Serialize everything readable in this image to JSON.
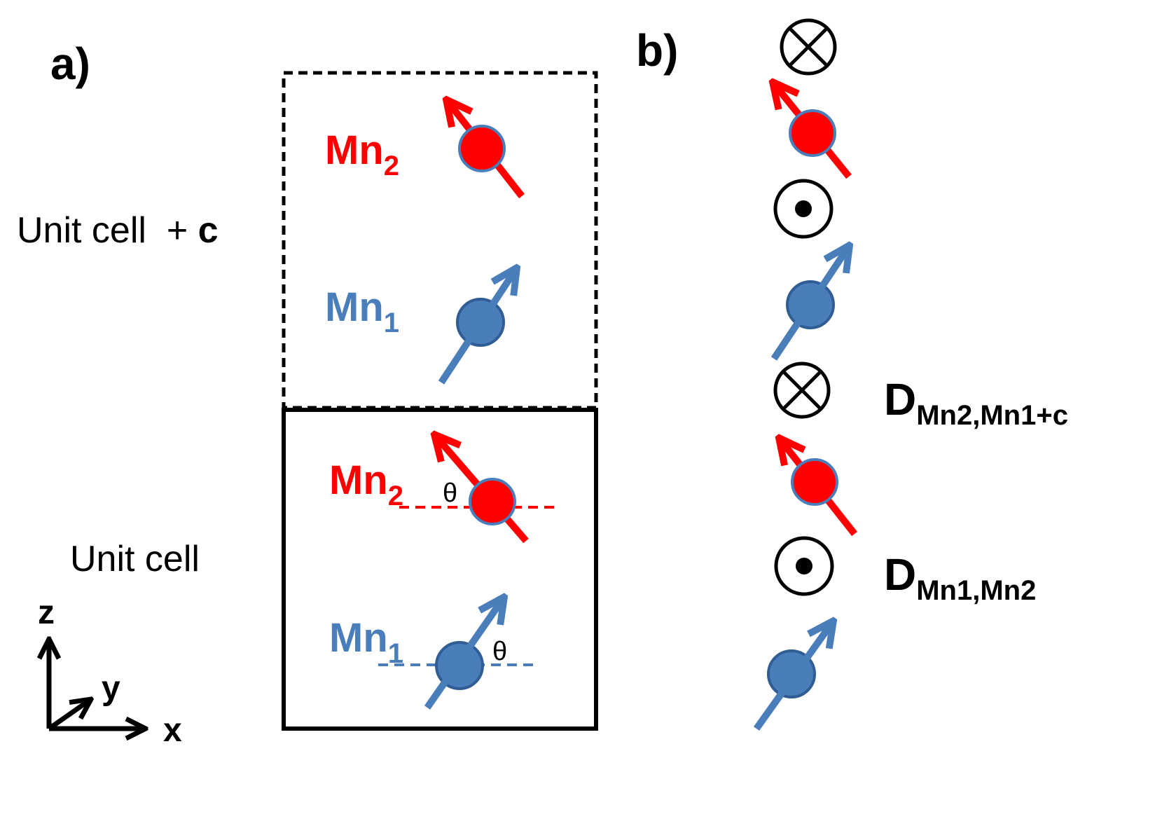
{
  "panel_a": {
    "label": "a)",
    "label_unit_cell_c": "Unit cell  + ",
    "label_c_bold": "c",
    "label_unit_cell": "Unit cell",
    "mn2_base": "Mn",
    "mn2_sub": "2",
    "mn1_base": "Mn",
    "mn1_sub": "1",
    "theta": "θ",
    "axis_z": "z",
    "axis_y": "y",
    "axis_x": "x"
  },
  "panel_b": {
    "label": "b)",
    "d_upper_base": "D",
    "d_upper_sub": "Mn2,Mn1+c",
    "d_lower_base": "D",
    "d_lower_sub": "Mn1,Mn2"
  },
  "colors": {
    "mn2": "#ff0000",
    "mn1": "#4a7ebb",
    "outline": "#000000"
  }
}
